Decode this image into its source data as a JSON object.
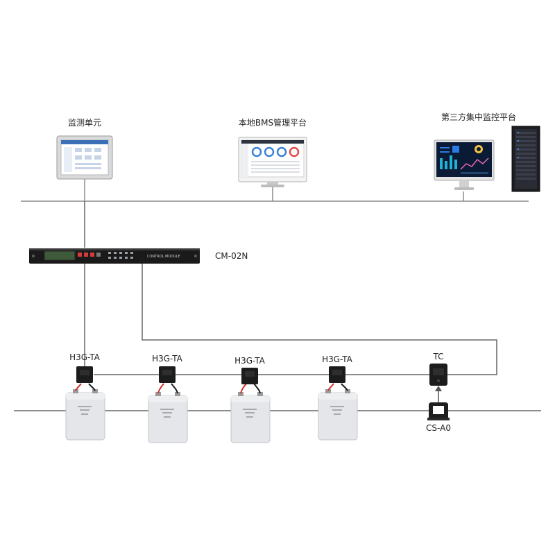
{
  "top_devices": {
    "monitor_unit": "监测单元",
    "local_bms": "本地BMS管理平台",
    "third_party": "第三方集中监控平台"
  },
  "controller": {
    "model": "CM-02N",
    "panel_text": "CONTROL MODULE"
  },
  "sensors": [
    {
      "label": "H3G-TA"
    },
    {
      "label": "H3G-TA"
    },
    {
      "label": "H3G-TA"
    },
    {
      "label": "H3G-TA"
    }
  ],
  "temp_controller": "TC",
  "current_sensor": "CS-A0",
  "colors": {
    "wire": "#555555",
    "bus": "#8a8a8a",
    "battery": "#e4e6e9",
    "device": "#1c1c1c",
    "red_lead": "#d0302a"
  }
}
